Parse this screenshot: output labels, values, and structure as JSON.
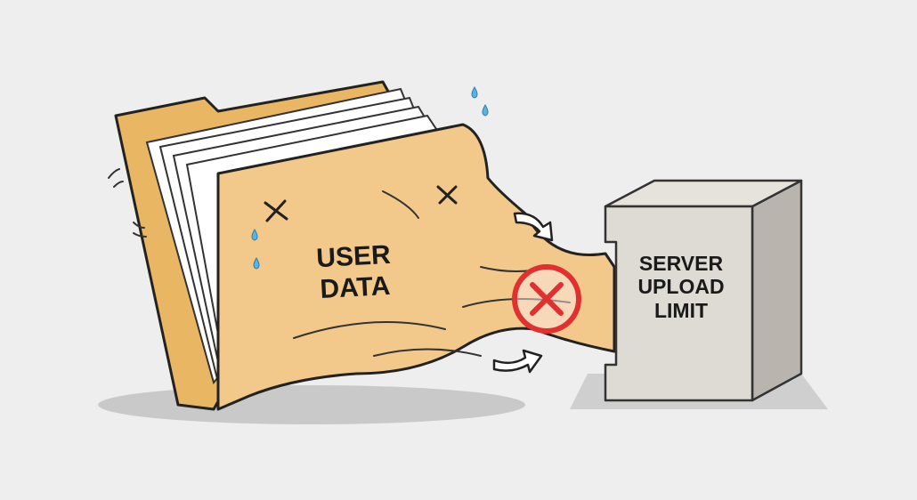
{
  "folder": {
    "line1": "USER",
    "line2": "DATA"
  },
  "server": {
    "line1": "SERVER",
    "line2": "UPLOAD",
    "line3": "LIMIT"
  },
  "colors": {
    "background": "#eeeeee",
    "folder": "#f2c98a",
    "server": "#dedbd5",
    "error": "#e03030"
  },
  "icons": [
    "error-x-circle-icon",
    "arrow-icon",
    "sweat-drop-icon"
  ]
}
